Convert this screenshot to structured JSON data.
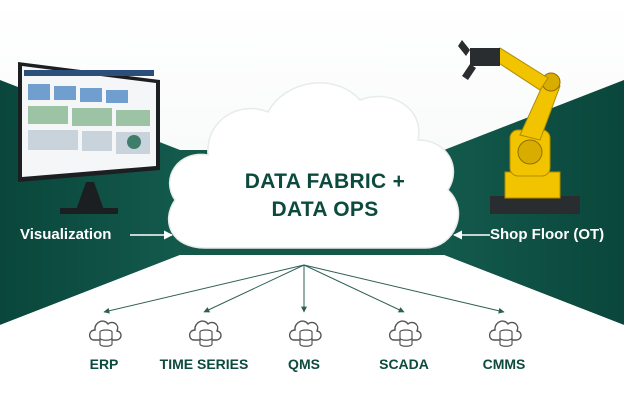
{
  "center": {
    "title_line1": "DATA FABRIC +",
    "title_line2": "DATA OPS"
  },
  "left_source": {
    "label": "Visualization"
  },
  "right_source": {
    "label": "Shop Floor (OT)"
  },
  "destinations": [
    {
      "label": "ERP"
    },
    {
      "label": "TIME SERIES"
    },
    {
      "label": "QMS"
    },
    {
      "label": "SCADA"
    },
    {
      "label": "CMMS"
    }
  ],
  "colors": {
    "dark_teal": "#0b4a3f",
    "mid_teal": "#1d6a5a",
    "text_green": "#0d4a3e",
    "robot_yellow": "#f2c400",
    "icon_gray": "#555555"
  },
  "icons": {
    "database": "database-cloud-icon",
    "monitor": "monitor-dashboard-icon",
    "robot": "industrial-robot-arm-icon"
  }
}
